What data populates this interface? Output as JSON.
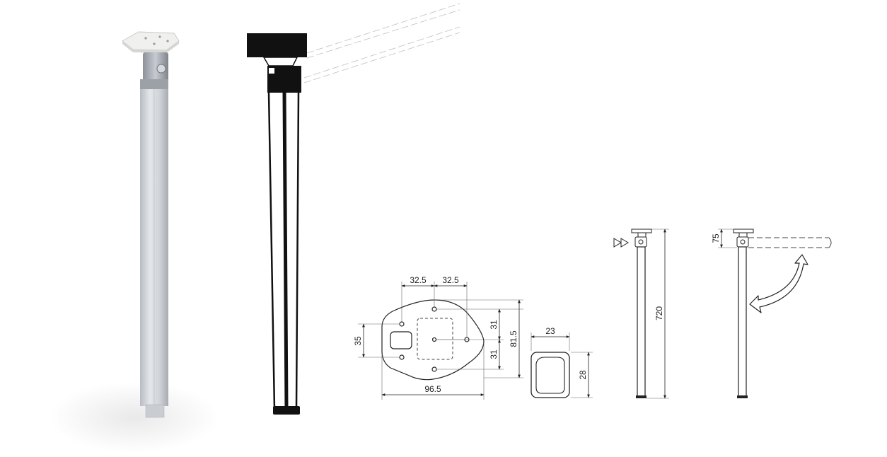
{
  "figure": {
    "plate": {
      "top_left_spacing": "32.5",
      "top_right_spacing": "32.5",
      "left_hole_spacing": "35",
      "right_upper_spacing": "31",
      "right_lower_spacing": "31",
      "overall_height": "81.5",
      "overall_width": "96.5"
    },
    "tube_section": {
      "width": "23",
      "height": "28"
    },
    "leg_side": {
      "height": "720"
    },
    "leg_folded": {
      "offset": "75"
    }
  }
}
